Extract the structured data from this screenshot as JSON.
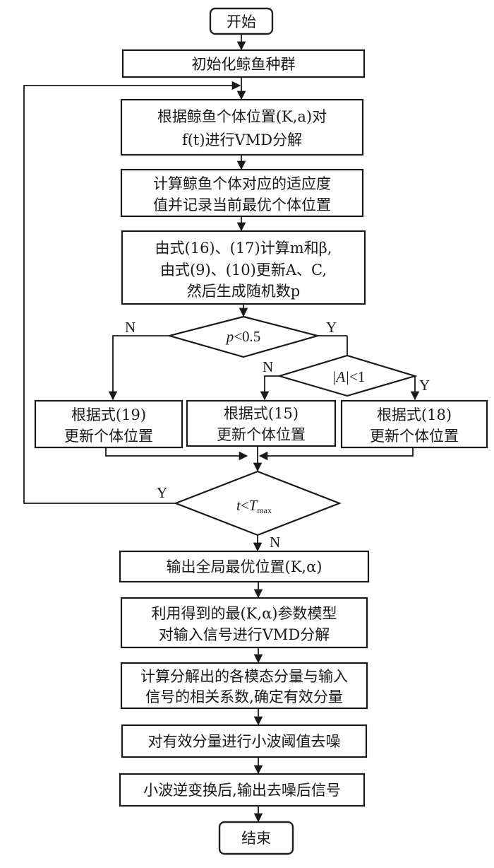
{
  "flowchart": {
    "start": "开始",
    "end": "结束",
    "steps": {
      "init": "初始化鲸鱼种群",
      "vmd_line1": "根据鲸鱼个体位置(K,a)对",
      "vmd_line2": "f(t)进行VMD分解",
      "fitness_line1": "计算鲸鱼个体对应的适应度",
      "fitness_line2": "值并记录当前最优个体位置",
      "params_line1": "由式(16)、(17)计算m和β,",
      "params_line2": "由式(9)、(10)更新A、C,",
      "params_line3": "然后生成随机数p",
      "update19_line1": "根据式(19)",
      "update19_line2": "更新个体位置",
      "update15_line1": "根据式(15)",
      "update15_line2": "更新个体位置",
      "update18_line1": "根据式(18)",
      "update18_line2": "更新个体位置",
      "output_best": "输出全局最优位置(K,α)",
      "decompose_line1": "利用得到的最(K,α)参数模型",
      "decompose_line2": "对输入信号进行VMD分解",
      "corr_line1": "计算分解出的各模态分量与输入",
      "corr_line2": "信号的相关系数,确定有效分量",
      "denoise": "对有效分量进行小波阈值去噪",
      "inverse": "小波逆变换后,输出去噪后信号"
    },
    "decisions": {
      "p_check": {
        "lhs": "p",
        "op": "<0.5",
        "yes": "Y",
        "no": "N"
      },
      "a_check": {
        "lhs": "|A|",
        "op": "<1",
        "yes": "Y",
        "no": "N"
      },
      "t_check": {
        "lhs": "t",
        "op": "<T",
        "sub": "max",
        "yes": "Y",
        "no": "N"
      }
    }
  }
}
